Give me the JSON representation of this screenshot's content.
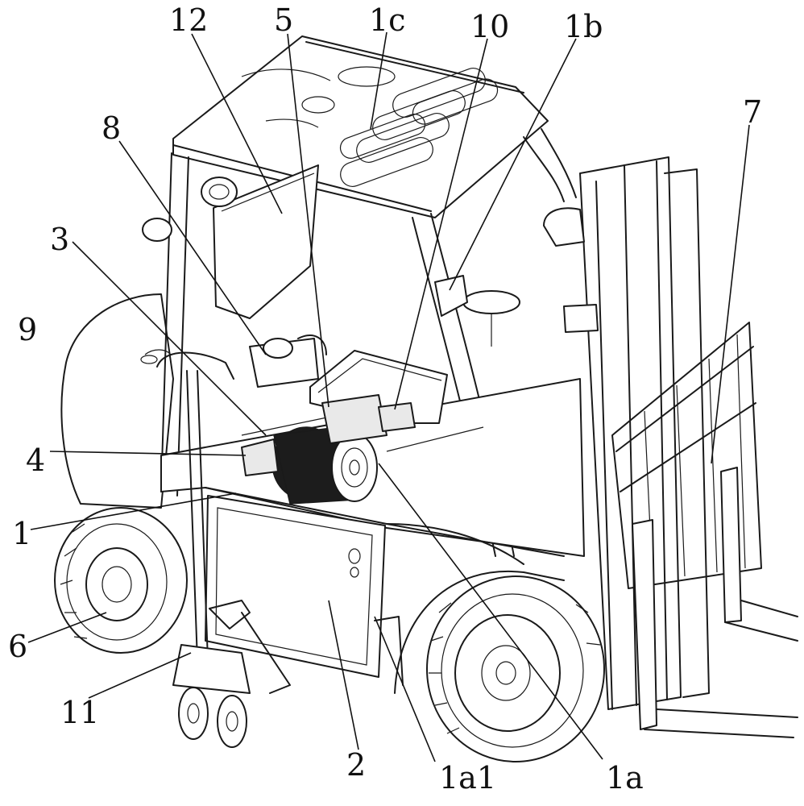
{
  "figure": {
    "labels": [
      {
        "id": "lbl-12",
        "text": "12"
      },
      {
        "id": "lbl-5",
        "text": "5"
      },
      {
        "id": "lbl-1c",
        "text": "1c"
      },
      {
        "id": "lbl-10",
        "text": "10"
      },
      {
        "id": "lbl-1b",
        "text": "1b"
      },
      {
        "id": "lbl-8",
        "text": "8"
      },
      {
        "id": "lbl-7",
        "text": "7"
      },
      {
        "id": "lbl-3",
        "text": "3"
      },
      {
        "id": "lbl-9",
        "text": "9"
      },
      {
        "id": "lbl-4",
        "text": "4"
      },
      {
        "id": "lbl-1",
        "text": "1"
      },
      {
        "id": "lbl-6",
        "text": "6"
      },
      {
        "id": "lbl-11",
        "text": "11"
      },
      {
        "id": "lbl-2",
        "text": "2"
      },
      {
        "id": "lbl-1a1",
        "text": "1a1"
      },
      {
        "id": "lbl-1a",
        "text": "1a"
      }
    ]
  }
}
